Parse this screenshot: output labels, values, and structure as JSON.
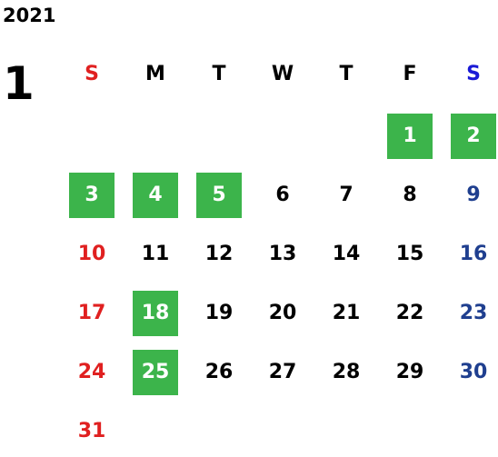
{
  "year": "2021",
  "month": "1",
  "colors": {
    "sunday": "#e02020",
    "saturday": "#1f3f8f",
    "saturday_header": "#1a1ad6",
    "weekday": "#000000",
    "holiday_bg": "#3cb44b",
    "holiday_text": "#ffffff"
  },
  "weekdays": [
    "S",
    "M",
    "T",
    "W",
    "T",
    "F",
    "S"
  ],
  "weeks": [
    [
      {
        "day": ""
      },
      {
        "day": ""
      },
      {
        "day": ""
      },
      {
        "day": ""
      },
      {
        "day": ""
      },
      {
        "day": "1",
        "holiday": true
      },
      {
        "day": "2",
        "holiday": true
      }
    ],
    [
      {
        "day": "3",
        "holiday": true
      },
      {
        "day": "4",
        "holiday": true
      },
      {
        "day": "5",
        "holiday": true
      },
      {
        "day": "6"
      },
      {
        "day": "7"
      },
      {
        "day": "8"
      },
      {
        "day": "9"
      }
    ],
    [
      {
        "day": "10"
      },
      {
        "day": "11"
      },
      {
        "day": "12"
      },
      {
        "day": "13"
      },
      {
        "day": "14"
      },
      {
        "day": "15"
      },
      {
        "day": "16"
      }
    ],
    [
      {
        "day": "17"
      },
      {
        "day": "18",
        "holiday": true
      },
      {
        "day": "19"
      },
      {
        "day": "20"
      },
      {
        "day": "21"
      },
      {
        "day": "22"
      },
      {
        "day": "23"
      }
    ],
    [
      {
        "day": "24"
      },
      {
        "day": "25",
        "holiday": true
      },
      {
        "day": "26"
      },
      {
        "day": "27"
      },
      {
        "day": "28"
      },
      {
        "day": "29"
      },
      {
        "day": "30"
      }
    ],
    [
      {
        "day": "31"
      },
      {
        "day": ""
      },
      {
        "day": ""
      },
      {
        "day": ""
      },
      {
        "day": ""
      },
      {
        "day": ""
      },
      {
        "day": ""
      }
    ]
  ]
}
